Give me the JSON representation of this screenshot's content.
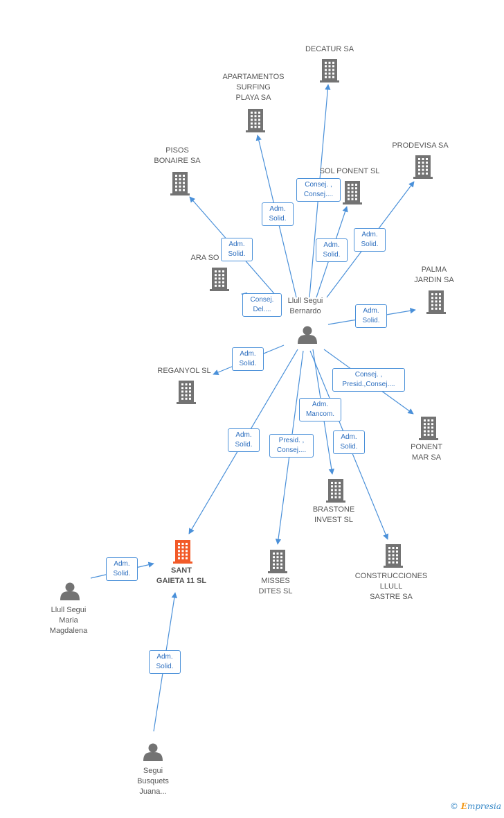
{
  "colors": {
    "company": "#737373",
    "focus_company": "#f25a28",
    "person": "#737373",
    "edge": "#4a90d9",
    "tag_text": "#2e6fbf"
  },
  "nodes": [
    {
      "id": "decatur",
      "kind": "company",
      "label": "DECATUR SA"
    },
    {
      "id": "apartamentos",
      "kind": "company",
      "label": "APARTAMENTOS\nSURFING\nPLAYA SA"
    },
    {
      "id": "prodevisa",
      "kind": "company",
      "label": "PRODEVISA SA"
    },
    {
      "id": "pisos",
      "kind": "company",
      "label": "PISOS\nBONAIRE SA"
    },
    {
      "id": "solponent",
      "kind": "company",
      "label": "SOL PONENT SL"
    },
    {
      "id": "ara",
      "kind": "company",
      "label": "ARA SO"
    },
    {
      "id": "palma",
      "kind": "company",
      "label": "PALMA\nJARDIN SA"
    },
    {
      "id": "bernardo",
      "kind": "person",
      "label": "Llull Segui\nBernardo"
    },
    {
      "id": "reganyol",
      "kind": "company",
      "label": "REGANYOL SL"
    },
    {
      "id": "ponentmar",
      "kind": "company",
      "label": "PONENT\nMAR SA"
    },
    {
      "id": "brastone",
      "kind": "company",
      "label": "BRASTONE\nINVEST SL"
    },
    {
      "id": "sant",
      "kind": "focus",
      "label": "SANT\nGAIETA 11  SL"
    },
    {
      "id": "misses",
      "kind": "company",
      "label": "MISSES\nDITES SL"
    },
    {
      "id": "construcciones",
      "kind": "company",
      "label": "CONSTRUCCIONES\nLLULL\nSASTRE SA"
    },
    {
      "id": "maria",
      "kind": "person",
      "label": "Llull Segui\nMaria\nMagdalena"
    },
    {
      "id": "juana",
      "kind": "person",
      "label": "Segui\nBusquets\nJuana..."
    }
  ],
  "edges": [
    {
      "from": "bernardo",
      "to": "decatur",
      "label": "Consej. ,\nConsej...."
    },
    {
      "from": "bernardo",
      "to": "apartamentos",
      "label": "Adm.\nSolid."
    },
    {
      "from": "bernardo",
      "to": "prodevisa",
      "label": "Adm.\nSolid."
    },
    {
      "from": "bernardo",
      "to": "pisos",
      "label": "Adm.\nSolid."
    },
    {
      "from": "bernardo",
      "to": "solponent",
      "label": "Adm.\nSolid."
    },
    {
      "from": "bernardo",
      "to": "ara",
      "label": "Consej.\nDel...."
    },
    {
      "from": "bernardo",
      "to": "palma",
      "label": "Adm.\nSolid."
    },
    {
      "from": "bernardo",
      "to": "reganyol",
      "label": "Adm.\nSolid."
    },
    {
      "from": "bernardo",
      "to": "ponentmar",
      "label": "Consej. ,\nPresid.,Consej...."
    },
    {
      "from": "bernardo",
      "to": "brastone",
      "label": "Adm.\nMancom."
    },
    {
      "from": "bernardo",
      "to": "sant",
      "label": "Adm.\nSolid."
    },
    {
      "from": "bernardo",
      "to": "misses",
      "label": "Presid. ,\nConsej...."
    },
    {
      "from": "bernardo",
      "to": "construcciones",
      "label": "Adm.\nSolid."
    },
    {
      "from": "maria",
      "to": "sant",
      "label": "Adm.\nSolid."
    },
    {
      "from": "juana",
      "to": "sant",
      "label": "Adm.\nSolid."
    }
  ],
  "credit": {
    "symbol": "©",
    "brand_initial": "E",
    "brand_rest": "mpresia"
  }
}
